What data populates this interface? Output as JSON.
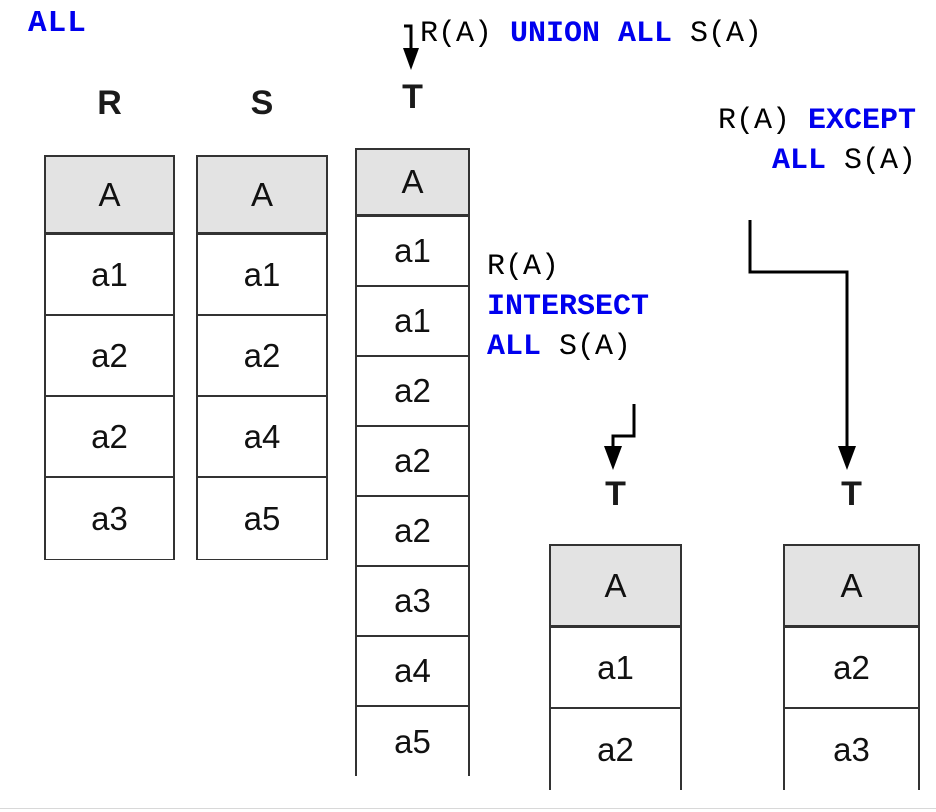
{
  "title_label": "ALL",
  "accent_color": "#0000ee",
  "header_fill": "#e3e3e3",
  "expressions": {
    "union": [
      {
        "text": "R(A) ",
        "keyword": false
      },
      {
        "text": "UNION ALL",
        "keyword": true
      },
      {
        "text": " S(A)",
        "keyword": false
      }
    ],
    "except_line1": [
      {
        "text": "R(A) ",
        "keyword": false
      },
      {
        "text": "EXCEPT",
        "keyword": true
      }
    ],
    "except_line2": [
      {
        "text": "ALL",
        "keyword": true
      },
      {
        "text": " S(A)",
        "keyword": false
      }
    ],
    "intersect_line1": [
      {
        "text": "R(A)",
        "keyword": false
      }
    ],
    "intersect_line2": [
      {
        "text": "INTERSECT",
        "keyword": true
      }
    ],
    "intersect_line3": [
      {
        "text": "ALL",
        "keyword": true
      },
      {
        "text": " S(A)",
        "keyword": false
      }
    ]
  },
  "tables": {
    "R": {
      "caption": "R",
      "column": "A",
      "rows": [
        "a1",
        "a2",
        "a2",
        "a3"
      ]
    },
    "S": {
      "caption": "S",
      "column": "A",
      "rows": [
        "a1",
        "a2",
        "a4",
        "a5"
      ]
    },
    "T_union": {
      "caption": "T",
      "column": "A",
      "rows": [
        "a1",
        "a1",
        "a2",
        "a2",
        "a2",
        "a3",
        "a4",
        "a5"
      ]
    },
    "T_intersect": {
      "caption": "T",
      "column": "A",
      "rows": [
        "a1",
        "a2"
      ]
    },
    "T_except": {
      "caption": "T",
      "column": "A",
      "rows": [
        "a2",
        "a3"
      ]
    }
  }
}
